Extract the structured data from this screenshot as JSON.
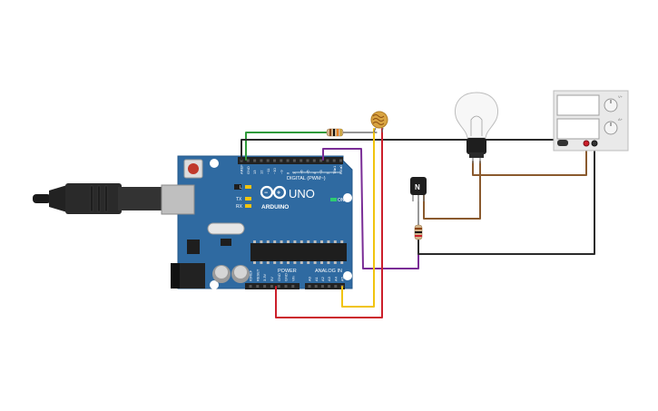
{
  "board": {
    "brand": "ARDUINO",
    "model": "UNO",
    "digital_header": "DIGITAL (PWM~)",
    "power_header": "POWER",
    "analog_header": "ANALOG IN",
    "on_label": "ON",
    "led_l": "L",
    "led_tx": "TX",
    "led_rx": "RX",
    "digital_pins": [
      "AREF",
      "GND",
      "13",
      "12",
      "~11",
      "~10",
      "~9",
      "8",
      "7",
      "~6",
      "~5",
      "4",
      "~3",
      "2",
      "TX▸1",
      "RX◂0"
    ],
    "power_pins": [
      "IOREF",
      "RESET",
      "3.3V",
      "5V",
      "GND",
      "GND",
      "Vin"
    ],
    "analog_pins": [
      "A0",
      "A1",
      "A2",
      "A3",
      "A4",
      "A5"
    ]
  },
  "transistor": {
    "label": "N"
  },
  "power_supply": {
    "knob_labels": [
      "V+",
      "A+"
    ]
  },
  "colors": {
    "board": "#2f6aa1",
    "wire_green": "#2f9a3a",
    "wire_black": "#2b2b2b",
    "wire_purple": "#7a2d96",
    "wire_yellow": "#f1c40f",
    "wire_red": "#cc1f2b",
    "wire_brown": "#8a5a2e"
  }
}
